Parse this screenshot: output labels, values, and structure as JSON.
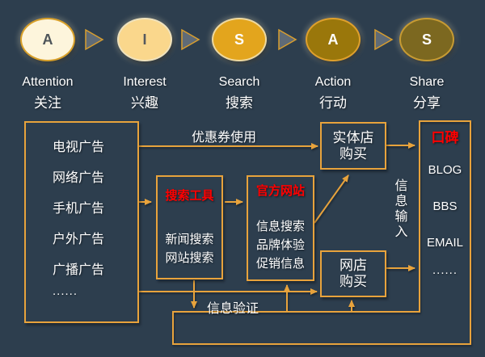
{
  "colors": {
    "background": "#2D3E4E",
    "accent_line": "#E8A33C",
    "red_highlight": "#FF0000",
    "triangle_fill": "#5F6B77",
    "triangle_stroke": "#D99E2E",
    "text": "#FFFFFF"
  },
  "stages": [
    {
      "letter": "A",
      "en": "Attention",
      "zh": "关注",
      "fill": "#FDF5DC",
      "stroke": "#D8A02A",
      "letter_color": "#4D5459"
    },
    {
      "letter": "I",
      "en": "Interest",
      "zh": "兴趣",
      "fill": "#FAD78C",
      "stroke": "#EFE2BD",
      "letter_color": "#55595E"
    },
    {
      "letter": "S",
      "en": "Search",
      "zh": "搜索",
      "fill": "#E3A51D",
      "stroke": "#EED9A0",
      "letter_color": "#FFFFFF"
    },
    {
      "letter": "A",
      "en": "Action",
      "zh": "行动",
      "fill": "#9A770B",
      "stroke": "#DFA02C",
      "letter_color": "#FFFFFF"
    },
    {
      "letter": "S",
      "en": "Share",
      "zh": "分享",
      "fill": "#7C6820",
      "stroke": "#C79B33",
      "letter_color": "#FFFFFF"
    }
  ],
  "ads_box": {
    "items": [
      "电视广告",
      "网络广告",
      "手机广告",
      "户外广告",
      "广播广告",
      "......"
    ]
  },
  "search_tool_box": {
    "title": "搜索工具",
    "lines": [
      "新闻搜索",
      "网站搜索"
    ]
  },
  "official_site_box": {
    "title": "官方网站",
    "lines": [
      "信息搜索",
      "品牌体验",
      "促销信息"
    ]
  },
  "store_buy_box": {
    "line1": "实体店",
    "line2": "购买"
  },
  "online_buy_box": {
    "line1": "网店",
    "line2": "购买"
  },
  "word_of_mouth_box": {
    "title": "口碑",
    "items": [
      "BLOG",
      "BBS",
      "EMAIL",
      "......"
    ]
  },
  "flow_labels": {
    "coupon": "优惠券使用",
    "verify": "信息验证",
    "input": "信息输入"
  }
}
